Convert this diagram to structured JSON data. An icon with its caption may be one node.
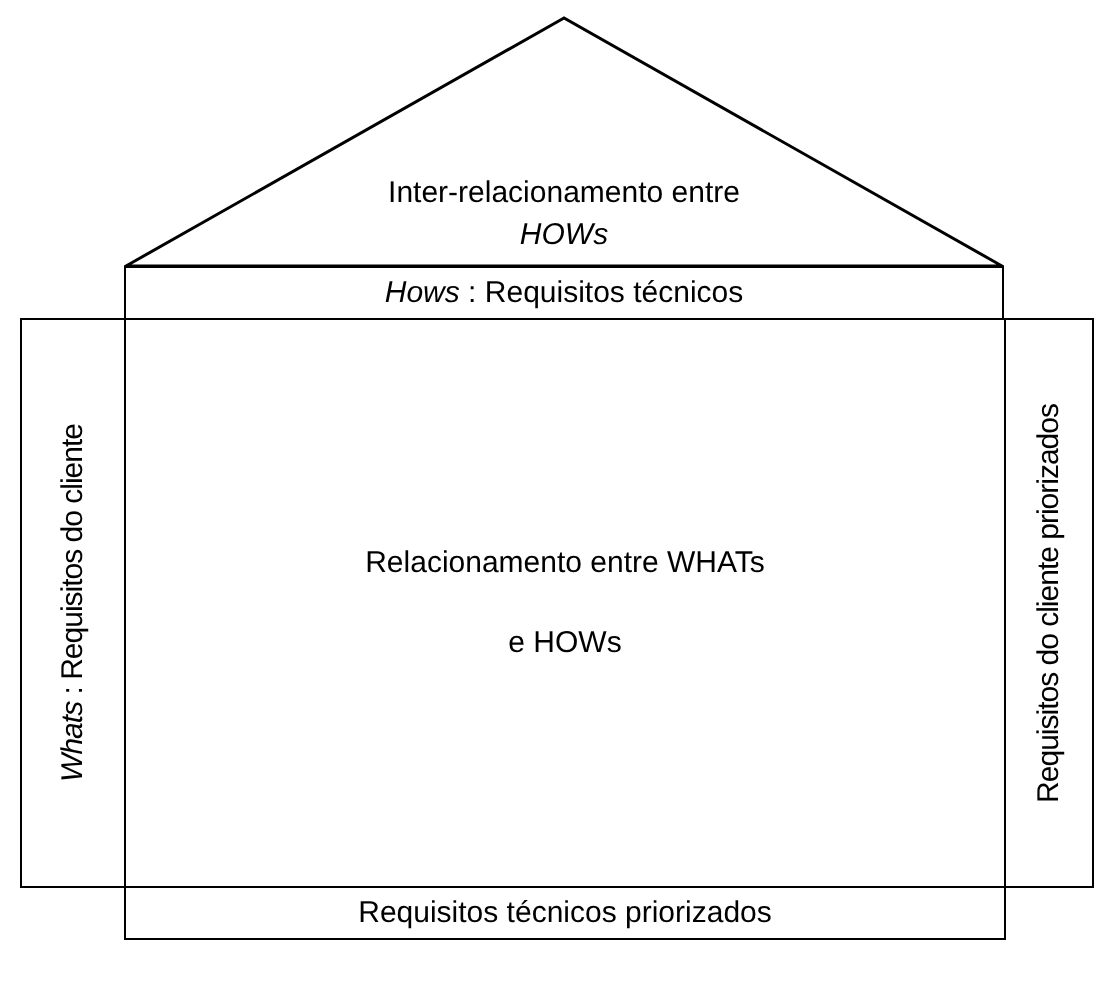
{
  "diagram": {
    "nodes": [
      {
        "text": [
          "Inter-relacionamento entre *HOWs*"
        ]
      },
      {
        "text": [
          "*Hows* : Requisitos técnicos"
        ]
      },
      {
        "text": [
          "*Whats* : Requisitos do cliente"
        ]
      },
      {
        "text": [
          "Relacionamento entre WHATs e HOWs"
        ]
      },
      {
        "text": [
          "Requisitos do cliente priorizados"
        ]
      },
      {
        "text": [
          "Requisitos técnicos priorizados"
        ]
      }
    ]
  }
}
